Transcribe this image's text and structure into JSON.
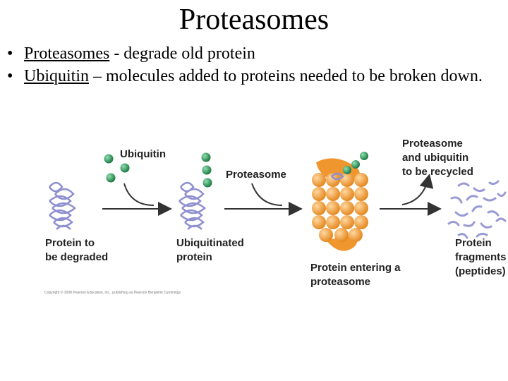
{
  "slide": {
    "title": "Proteasomes",
    "bullets": [
      {
        "marker": "•",
        "term": "Proteasomes",
        "text": " - degrade old protein"
      },
      {
        "marker": "•",
        "term": "Ubiquitin",
        "text": " – molecules added to proteins needed to be broken down."
      }
    ]
  },
  "figure": {
    "labels": {
      "ubiquitin": "Ubiquitin",
      "proteasome": "Proteasome",
      "recycled_1": "Proteasome",
      "recycled_2": "and ubiquitin",
      "recycled_3": "to be recycled",
      "protein_1": "Protein to",
      "protein_2": "be degraded",
      "ubiq_protein_1": "Ubiquitinated",
      "ubiq_protein_2": "protein",
      "entering_1": "Protein entering a",
      "entering_2": "proteasome",
      "fragments_1": "Protein",
      "fragments_2": "fragments",
      "fragments_3": "(peptides)"
    },
    "copyright": "Copyright © 2008 Pearson Education, Inc., publishing as Pearson Benjamin Cummings.",
    "colors": {
      "ubiquitin_green": "#2e9e5a",
      "protein_lavender": "#9a9ad6",
      "proteasome_orange": "#f0962e",
      "arrow_dark": "#333333"
    }
  }
}
